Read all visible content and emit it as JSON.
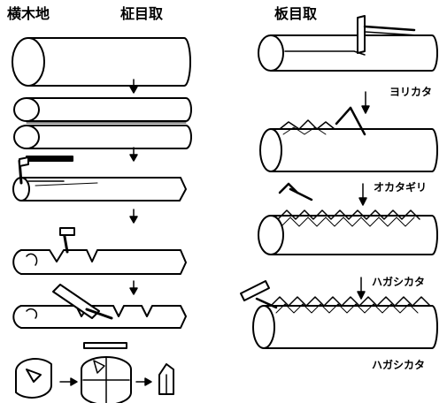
{
  "headers": {
    "yokogi": "横木地",
    "masame": "柾目取",
    "itame": "板目取"
  },
  "captions": {
    "yorikata": "ヨリカタ",
    "okatagiri": "オカタギリ",
    "hagashikata_1": "ハガシカタ",
    "hagashikata_2": "ハガシカタ"
  },
  "colors": {
    "ink": "#000000",
    "paper": "#ffffff"
  }
}
